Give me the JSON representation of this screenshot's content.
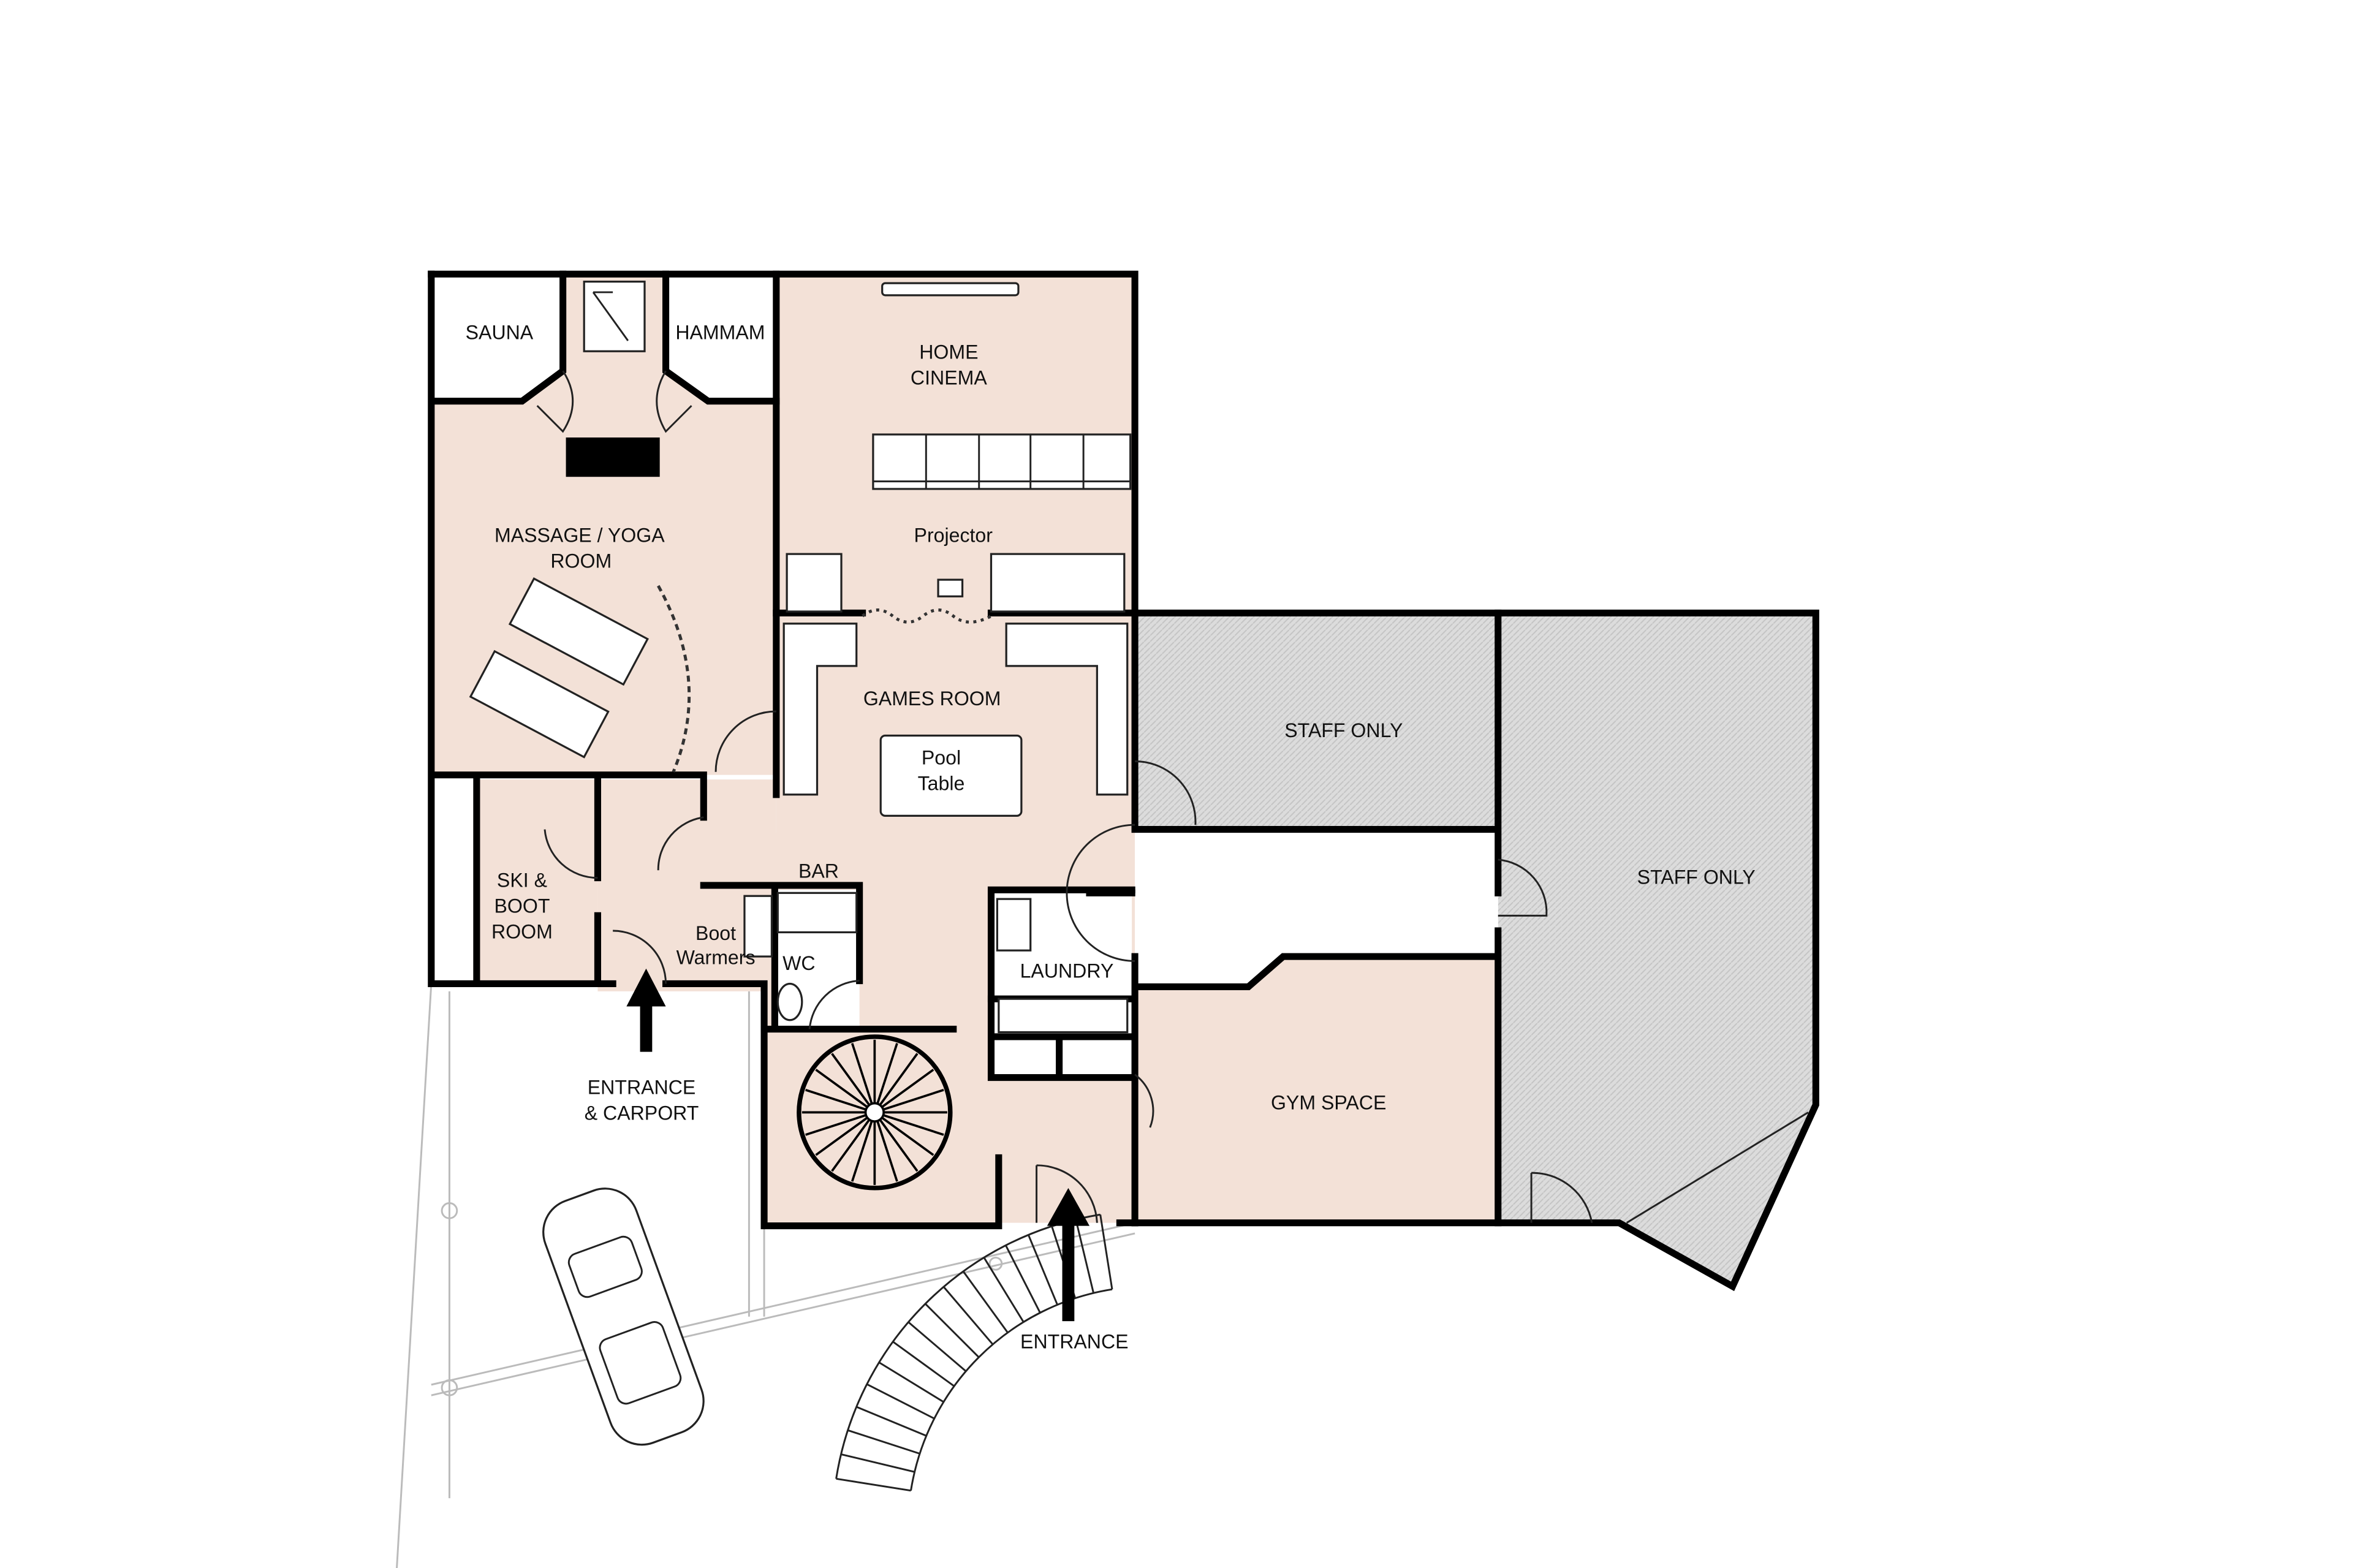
{
  "colors": {
    "room_fill": "#f3e1d7",
    "staff_fill": "#d9d9d9",
    "wall": "#000000",
    "background": "#ffffff"
  },
  "rooms": {
    "sauna": "SAUNA",
    "hammam": "HAMMAM",
    "home_cinema": [
      "HOME",
      "CINEMA"
    ],
    "massage": [
      "MASSAGE / YOGA",
      "ROOM"
    ],
    "projector": "Projector",
    "games_room": "GAMES ROOM",
    "pool_table": [
      "Pool",
      "Table"
    ],
    "staff_only_1": "STAFF ONLY",
    "staff_only_2": "STAFF ONLY",
    "ski_room": [
      "SKI &",
      "BOOT",
      "ROOM"
    ],
    "bar": "BAR",
    "boot_warmers": [
      "Boot",
      "Warmers"
    ],
    "wc": "WC",
    "laundry": "LAUNDRY",
    "gym": "GYM SPACE"
  },
  "entrances": {
    "carport": [
      "ENTRANCE",
      "& CARPORT"
    ],
    "main": "ENTRANCE"
  },
  "icons": [
    "arrow-up-icon",
    "spiral-staircase-icon",
    "car-icon",
    "door-swing-icon"
  ]
}
